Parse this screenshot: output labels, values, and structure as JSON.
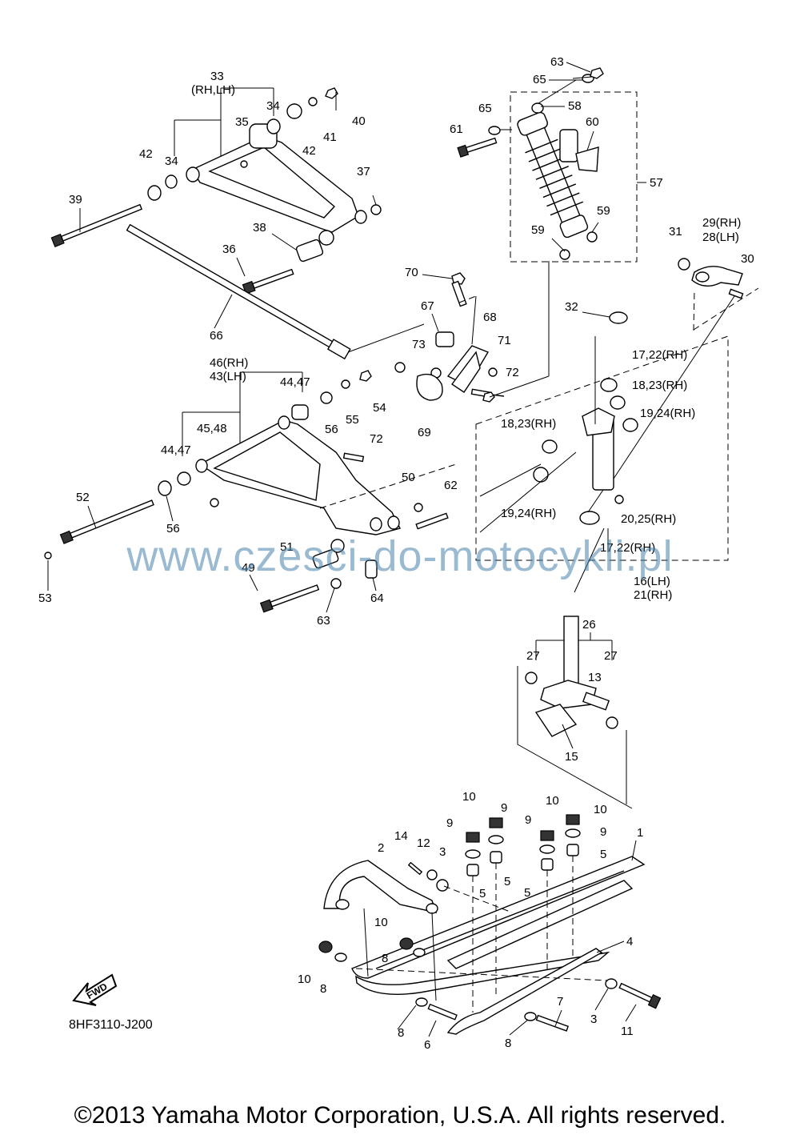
{
  "diagram_code": "8HF3110-J200",
  "watermark": "www.czesci-do-motocykli.pl",
  "copyright": "©2013 Yamaha Motor Corporation, U.S.A. All rights reserved.",
  "fwd_label": "FWD",
  "labels": {
    "l63a": "63",
    "l65a": "65",
    "l58": "58",
    "l65b": "65",
    "l61": "61",
    "l60": "60",
    "l57": "57",
    "l59a": "59",
    "l59b": "59",
    "l33": "33",
    "l33sub": "(RH,LH)",
    "l34a": "34",
    "l35": "35",
    "l40": "40",
    "l41": "41",
    "l42a": "42",
    "l42b": "42",
    "l34b": "34",
    "l37": "37",
    "l39": "39",
    "l38": "38",
    "l36": "36",
    "l66": "66",
    "l70": "70",
    "l67": "67",
    "l68": "68",
    "l71": "71",
    "l73": "73",
    "l72a": "72",
    "l69": "69",
    "l31": "31",
    "l29": "29(RH)",
    "l28": "28(LH)",
    "l30": "30",
    "l32": "32",
    "l1722a": "17,22(RH)",
    "l1823a": "18,23(RH)",
    "l1924a": "19,24(RH)",
    "l1823b": "18,23(RH)",
    "l1924b": "19,24(RH)",
    "l2025": "20,25(RH)",
    "l1722b": "17,22(RH)",
    "l16": "16(LH)",
    "l21": "21(RH)",
    "l46": "46(RH)",
    "l43": "43(LH)",
    "l4447a": "44,47",
    "l4548": "45,48",
    "l4447b": "44,47",
    "l54": "54",
    "l55": "55",
    "l56a": "56",
    "l72b": "72",
    "l52": "52",
    "l56b": "56",
    "l53": "53",
    "l50": "50",
    "l62": "62",
    "l51": "51",
    "l49": "49",
    "l63b": "63",
    "l64": "64",
    "l26": "26",
    "l27a": "27",
    "l27b": "27",
    "l13": "13",
    "l15": "15",
    "l10a": "10",
    "l9a": "9",
    "l9b": "9",
    "l10b": "10",
    "l10c": "10",
    "l9c": "9",
    "l9d": "9",
    "l1": "1",
    "l14": "14",
    "l12": "12",
    "l3a": "3",
    "l2": "2",
    "l5a": "5",
    "l5b": "5",
    "l5c": "5",
    "l5d": "5",
    "l4": "4",
    "l10d": "10",
    "l8a": "8",
    "l10e": "10",
    "l8b": "8",
    "l3b": "3",
    "l11": "11",
    "l7": "7",
    "l8c": "8",
    "l6": "6",
    "l8d": "8"
  }
}
